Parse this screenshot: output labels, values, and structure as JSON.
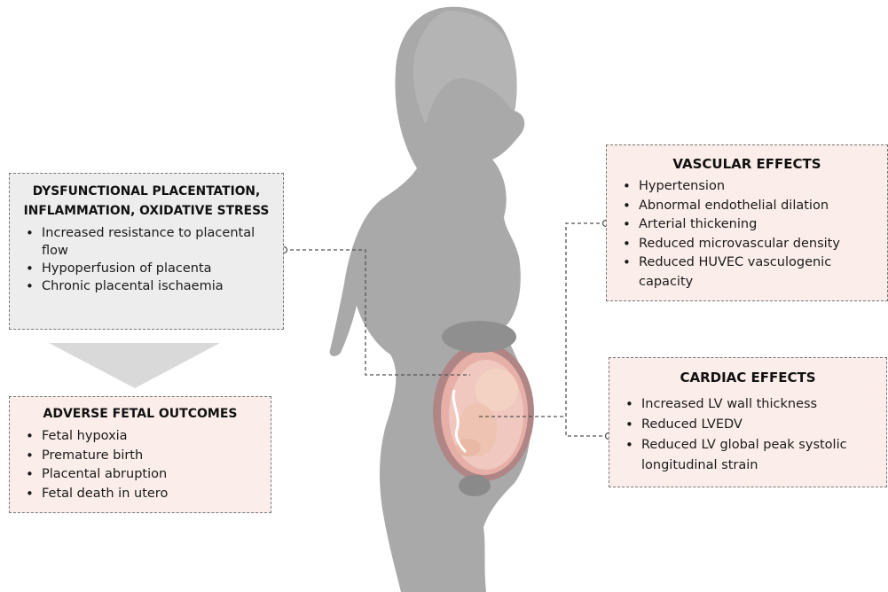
{
  "boxes": {
    "dysfunction": {
      "title_line1": "DYSFUNCTIONAL PLACENTATION,",
      "title_line2": "INFLAMMATION, OXIDATIVE STRESS",
      "items": [
        "Increased resistance to placental flow",
        "Hypoperfusion of placenta",
        "Chronic placental ischaemia"
      ]
    },
    "fetal": {
      "title": "ADVERSE FETAL OUTCOMES",
      "items": [
        "Fetal hypoxia",
        "Premature birth",
        "Placental abruption",
        "Fetal death in utero"
      ]
    },
    "vascular": {
      "title": "VASCULAR EFFECTS",
      "items": [
        "Hypertension",
        "Abnormal endothelial dilation",
        "Arterial thickening",
        "Reduced microvascular density",
        "Reduced HUVEC vasculogenic capacity"
      ]
    },
    "cardiac": {
      "title": "CARDIAC EFFECTS",
      "items": [
        "Increased LV wall thickness",
        "Reduced LVEDV",
        "Reduced LV global peak systolic longitudinal strain"
      ]
    }
  },
  "colors": {
    "silhouette": "#a8a8a8",
    "grey_box": "#ededed",
    "pink_box": "#fbeeea",
    "arrow": "#d8d8d8",
    "connector": "#555555",
    "uterus": "#e9a9a3",
    "fetus": "#f1cdbd"
  }
}
